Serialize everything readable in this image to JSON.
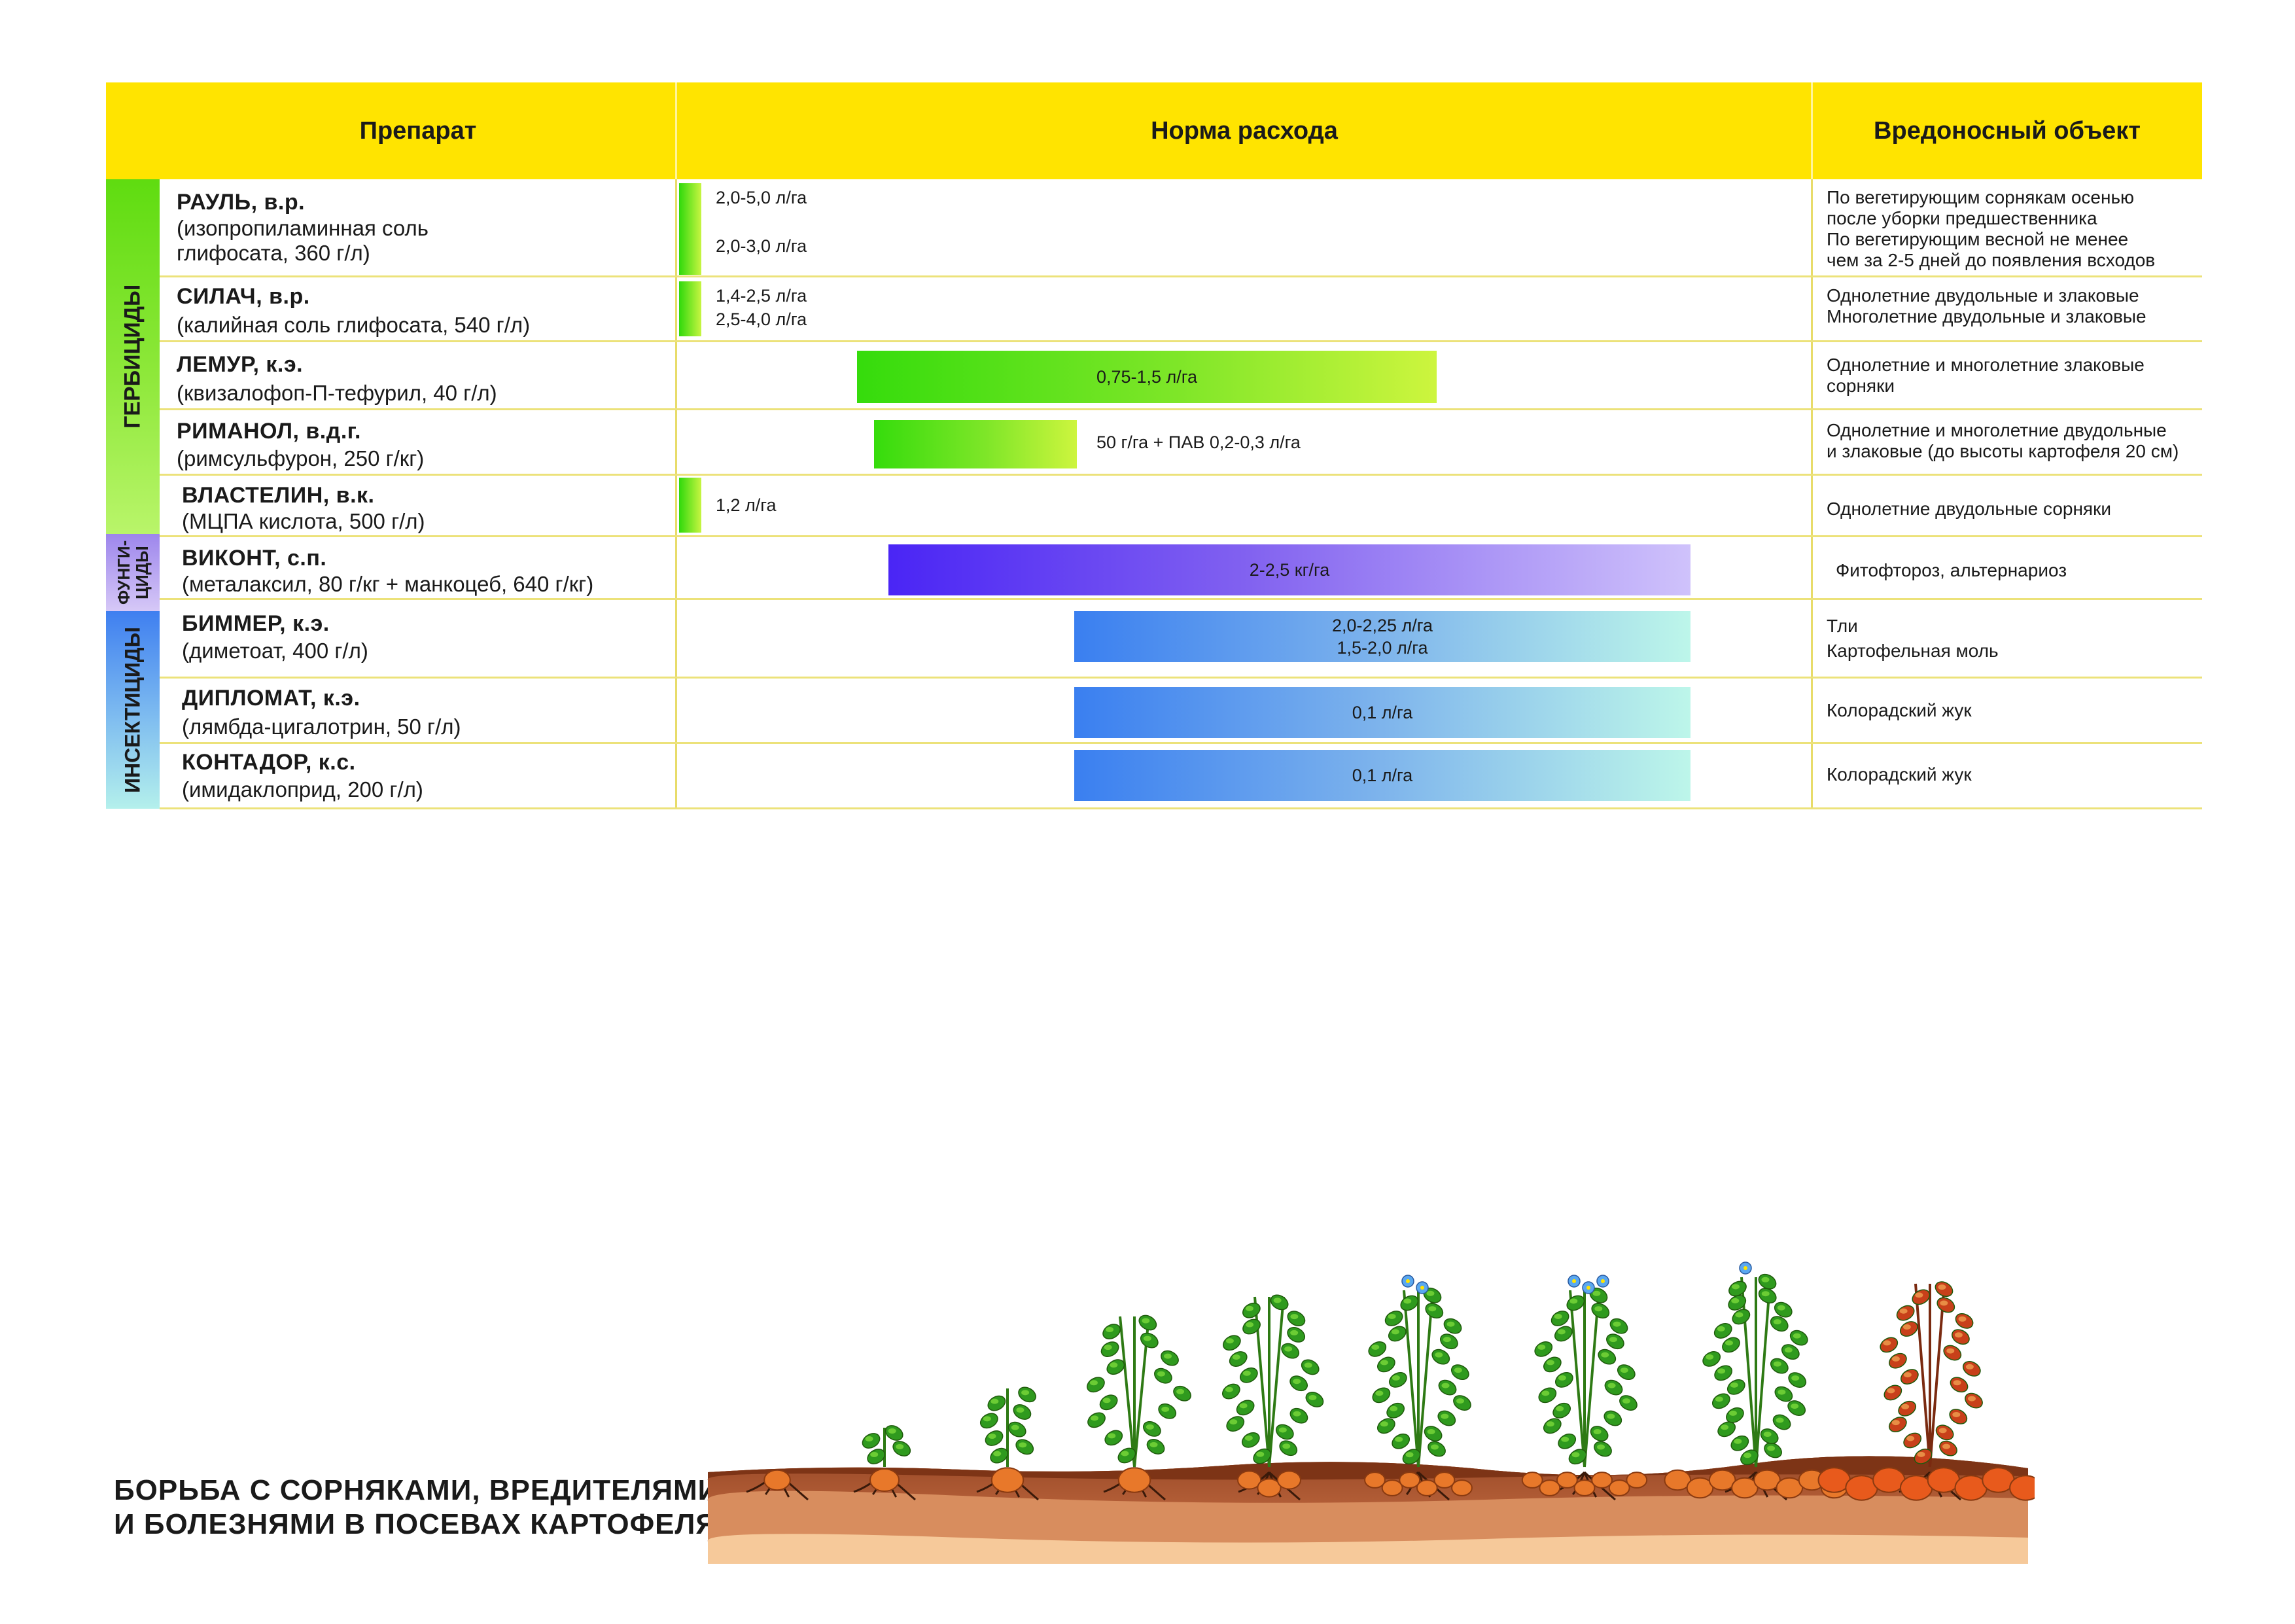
{
  "header": {
    "col_product": "Препарат",
    "col_rate": "Норма расхода",
    "col_target": "Вредоносный объект"
  },
  "groups": {
    "herbicides": "ГЕРБИЦИДЫ",
    "fungicides": "ФУНГИ-\nЦИДЫ",
    "insecticides": "ИНСЕКТИЦИДЫ"
  },
  "rows": [
    {
      "name": "РАУЛЬ, в.р.",
      "ingredient": "(изопропиламинная соль\nглифосата, 360 г/л)",
      "rate1": "2,0-5,0 л/га",
      "rate2": "2,0-3,0 л/га",
      "target": "По вегетирующим сорнякам осенью\nпосле уборки предшественника\nПо вегетирующим весной не менее\nчем за 2-5 дней до появления всходов"
    },
    {
      "name": "СИЛАЧ, в.р.",
      "ingredient": "(калийная соль глифосата, 540 г/л)",
      "rate1": "1,4-2,5 л/га",
      "rate2": "2,5-4,0 л/га",
      "target": "Однолетние двудольные и злаковые\nМноголетние двудольные и злаковые"
    },
    {
      "name": "ЛЕМУР, к.э.",
      "ingredient": "(квизалофоп-П-тефурил, 40 г/л)",
      "rate1": "0,75-1,5 л/га",
      "target": "Однолетние и многолетние злаковые\nсорняки"
    },
    {
      "name": "РИМАНОЛ, в.д.г.",
      "ingredient": "(римсульфурон, 250 г/кг)",
      "rate1": "50 г/га + ПАВ 0,2-0,3 л/га",
      "target": "Однолетние и многолетние двудольные\nи злаковые (до высоты картофеля 20 см)"
    },
    {
      "name": "ВЛАСТЕЛИН, в.к.",
      "ingredient": "(МЦПА кислота, 500 г/л)",
      "rate1": "1,2 л/га",
      "target": "Однолетние двудольные сорняки"
    },
    {
      "name": "ВИКОНТ, с.п.",
      "ingredient": "(металаксил, 80 г/кг + манкоцеб, 640 г/кг)",
      "rate1": "2-2,5 кг/га",
      "target": "Фитофтороз, альтернариоз"
    },
    {
      "name": "БИММЕР, к.э.",
      "ingredient": "(диметоат, 400 г/л)",
      "rate1": "2,0-2,25 л/га\n1,5-2,0 л/га",
      "target": "Тли\nКартофельная моль"
    },
    {
      "name": "ДИПЛОМАТ, к.э.",
      "ingredient": "(лямбда-цигалотрин, 50 г/л)",
      "rate1": "0,1 л/га",
      "target": "Колорадский жук"
    },
    {
      "name": "КОНТАДОР, к.с.",
      "ingredient": "(имидаклоприд, 200 г/л)",
      "rate1": "0,1 л/га",
      "target": "Колорадский жук"
    }
  ],
  "title": "БОРЬБА С СОРНЯКАМИ, ВРЕДИТЕЛЯМИ\nИ БОЛЕЗНЯМИ В ПОСЕВАХ КАРТОФЕЛЯ",
  "colors": {
    "header": "#ffe400",
    "herbicide_bar": "#44e010",
    "fungicide_bar": "#5530f5",
    "insecticide_bar": "#3a7ff0"
  }
}
